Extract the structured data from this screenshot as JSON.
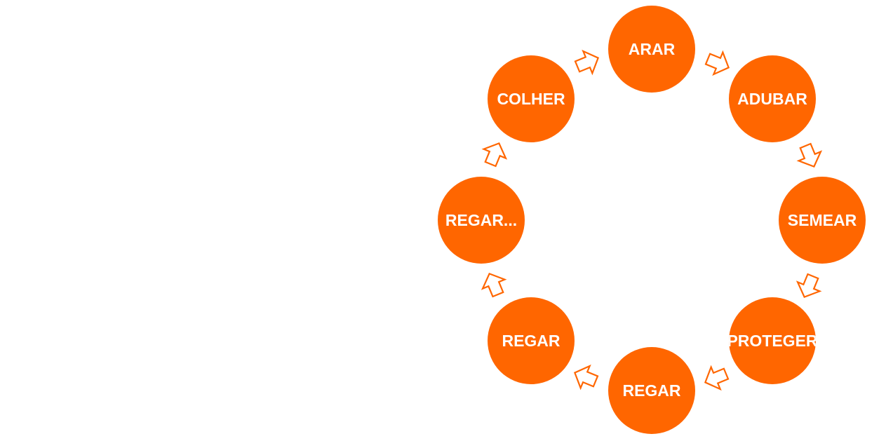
{
  "diagram": {
    "type": "cycle",
    "accent_color": "#ff6600",
    "background_color": "#ffffff",
    "nodes": [
      {
        "label": "ARAR"
      },
      {
        "label": "ADUBAR"
      },
      {
        "label": "SEMEAR"
      },
      {
        "label": "PROTEGER"
      },
      {
        "label": "REGAR"
      },
      {
        "label": "REGAR"
      },
      {
        "label": "REGAR..."
      },
      {
        "label": "COLHER"
      }
    ],
    "connector_icon": "outline-arrow-icon",
    "direction": "clockwise"
  }
}
